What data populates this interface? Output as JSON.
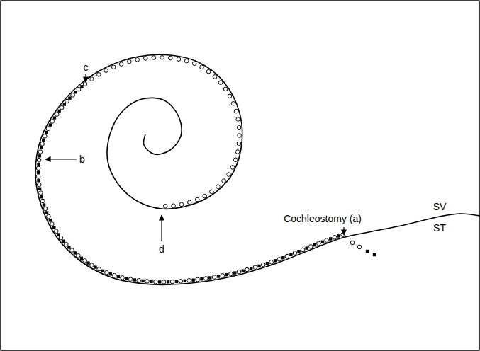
{
  "diagram": {
    "labels": [
      "c",
      "b",
      "d",
      "Cochleostomy (a)",
      "SV",
      "ST"
    ]
  }
}
